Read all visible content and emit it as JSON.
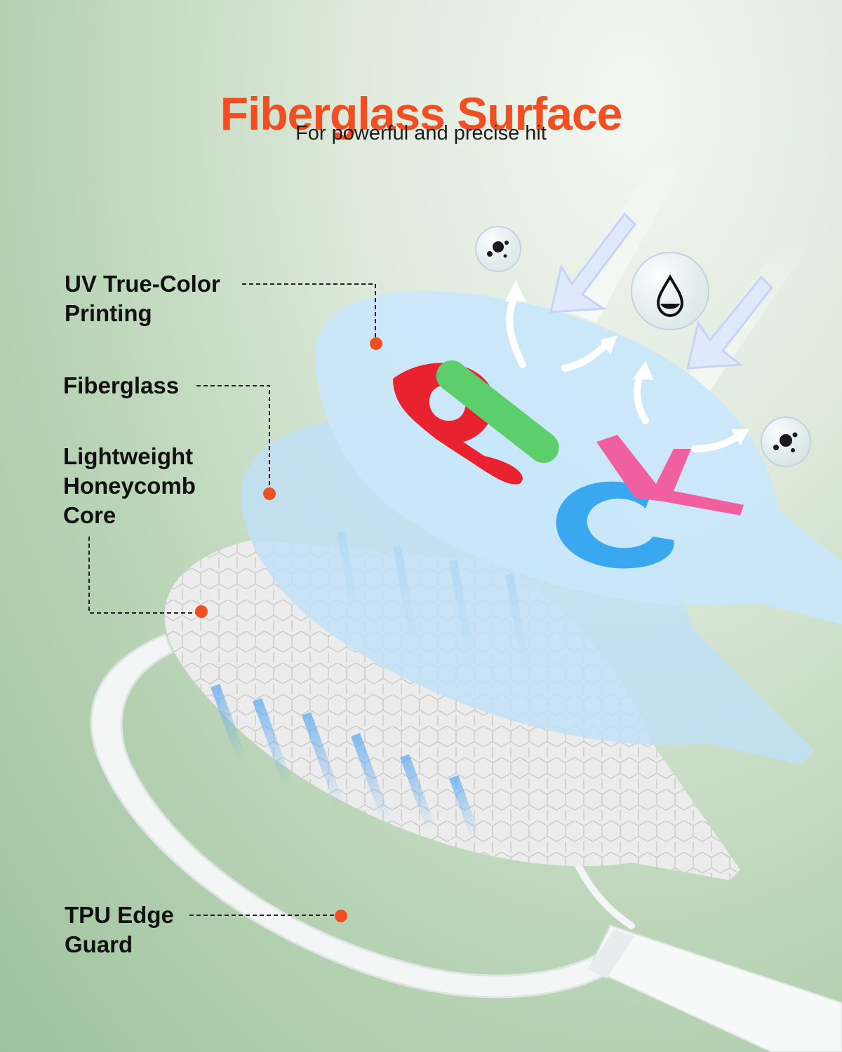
{
  "header": {
    "title": "Fiberglass Surface",
    "subtitle": "For powerful and precise hit"
  },
  "callouts": {
    "uv_printing": {
      "line1": "UV True-Color",
      "line2": "Printing"
    },
    "fiberglass": {
      "line1": "Fiberglass"
    },
    "honeycomb_core": {
      "line1": "Lightweight",
      "line2": "Honeycomb",
      "line3": "Core"
    },
    "edge_guard": {
      "line1": "TPU Edge",
      "line2": "Guard"
    }
  },
  "paddle_graphic": {
    "letters": [
      "P",
      "I",
      "C",
      "K"
    ]
  },
  "icons": [
    "dirt-repellent-icon",
    "water-repellent-icon",
    "dirt-repellent-icon"
  ],
  "colors": {
    "accent": "#f04e23",
    "dot": "#f04e23",
    "letter_p": "#e8232f",
    "letter_i": "#5ccf6c",
    "letter_c": "#3aa8f0",
    "letter_k": "#f0609e"
  }
}
